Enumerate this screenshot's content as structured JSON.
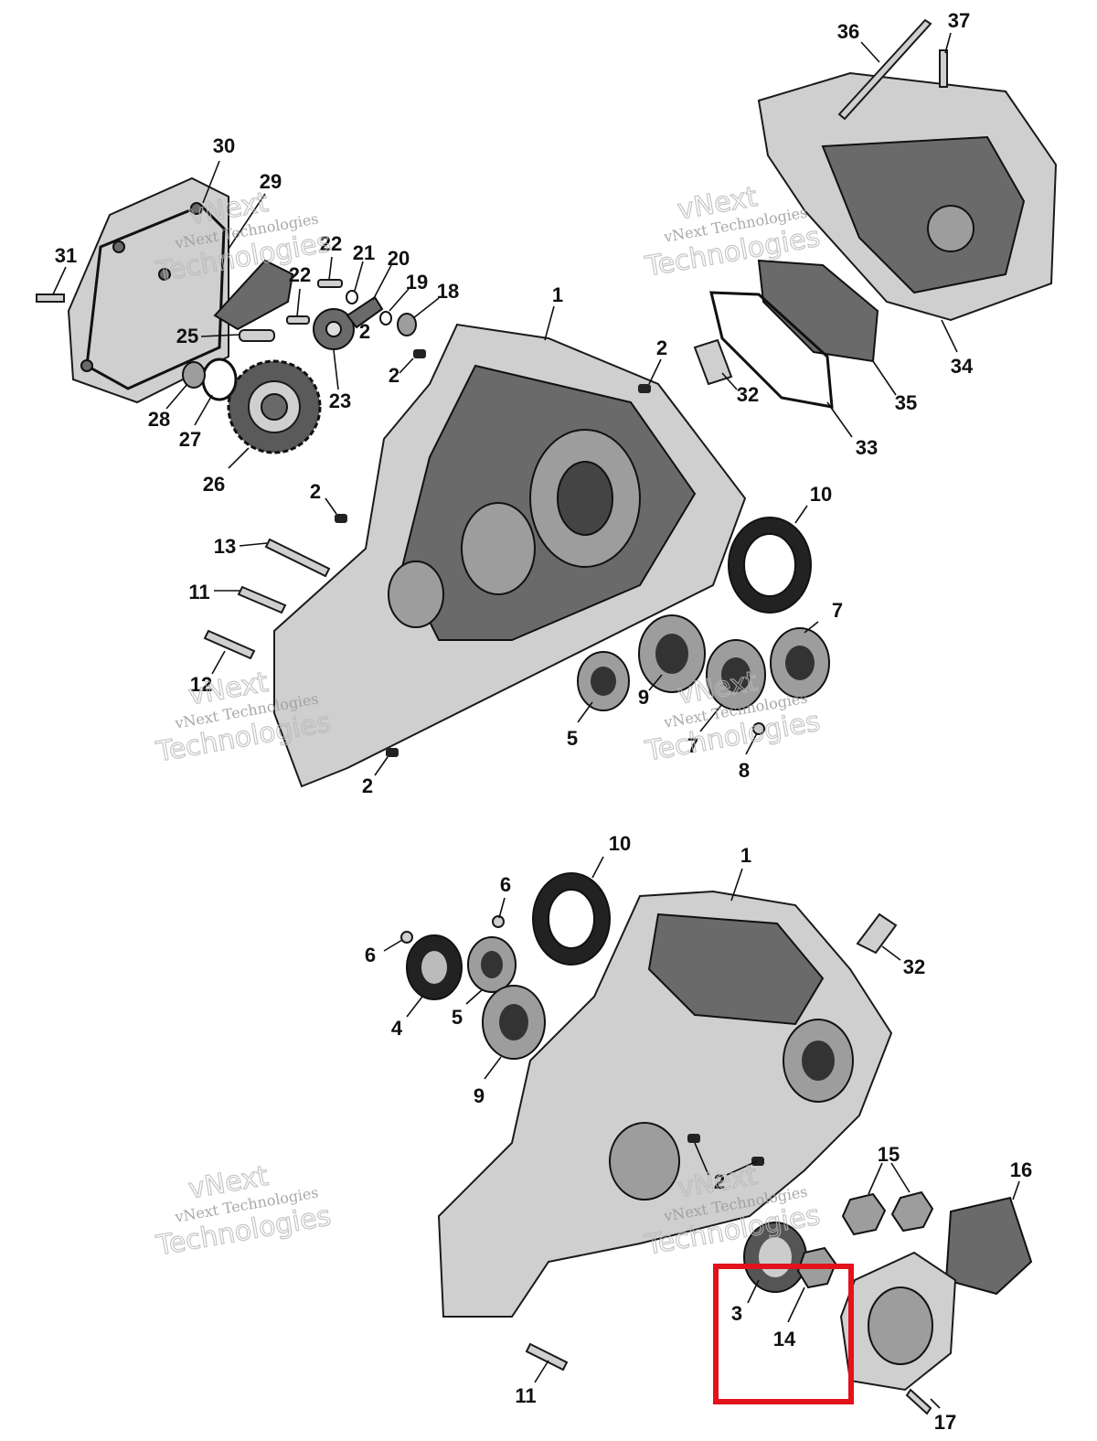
{
  "watermark": {
    "line1": "vNext",
    "line2": "vNext Technologies",
    "line3": "Technologies"
  },
  "highlight_color": "#e3121b",
  "callouts": [
    "1",
    "2",
    "2",
    "2",
    "2",
    "2",
    "5",
    "7",
    "7",
    "8",
    "9",
    "10",
    "11",
    "12",
    "13",
    "18",
    "19",
    "20",
    "21",
    "22",
    "22",
    "23",
    "25",
    "26",
    "27",
    "28",
    "29",
    "30",
    "31",
    "32",
    "33",
    "34",
    "35",
    "36",
    "37",
    "1",
    "2",
    "3",
    "4",
    "5",
    "6",
    "6",
    "9",
    "10",
    "11",
    "14",
    "15",
    "16",
    "17",
    "32"
  ]
}
